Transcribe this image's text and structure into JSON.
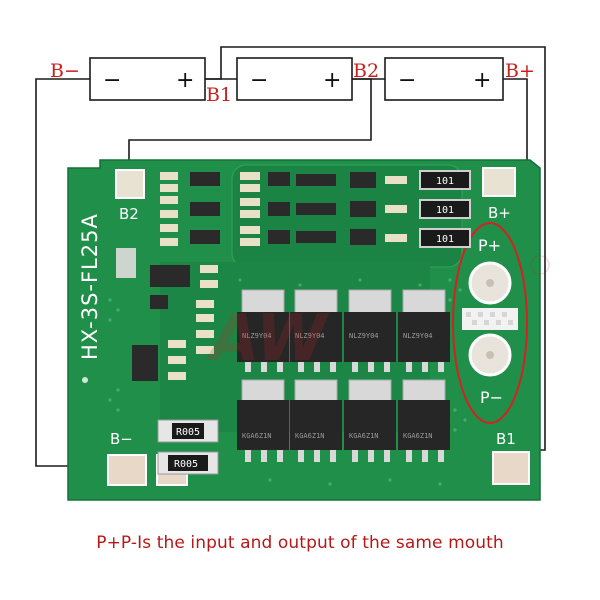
{
  "cells": [
    {
      "minus": "−",
      "plus": "+"
    },
    {
      "minus": "−",
      "plus": "+"
    },
    {
      "minus": "−",
      "plus": "+"
    }
  ],
  "labels": {
    "b_minus_top": "B−",
    "b1_top": "B1",
    "b2_top": "B2",
    "b_plus_top": "B+"
  },
  "board": {
    "model": "HX-3S-FL25A",
    "pad_b2": "B2",
    "pad_b_plus": "B+",
    "pad_b_minus": "B−",
    "pad_b1": "B1",
    "p_plus": "P+",
    "p_minus": "P−",
    "resistor_101": [
      "101",
      "101",
      "101"
    ],
    "shunt": [
      "R005",
      "R005"
    ],
    "mosfet_top": [
      "NLZ9Y04",
      "NLZ9Y04",
      "NLZ9Y04",
      "NLZ9Y04"
    ],
    "mosfet_bottom": [
      "KGA6Z1N",
      "KGA6Z1N",
      "KGA6Z1N",
      "KGA6Z1N"
    ]
  },
  "colors": {
    "wire": "#1a1a1a",
    "label_red": "#c8201f",
    "board_green": "#1f8f4a",
    "silk": "#ffffff",
    "oval": "#d22222"
  },
  "caption": "P+P-Is the input and output of the same mouth"
}
